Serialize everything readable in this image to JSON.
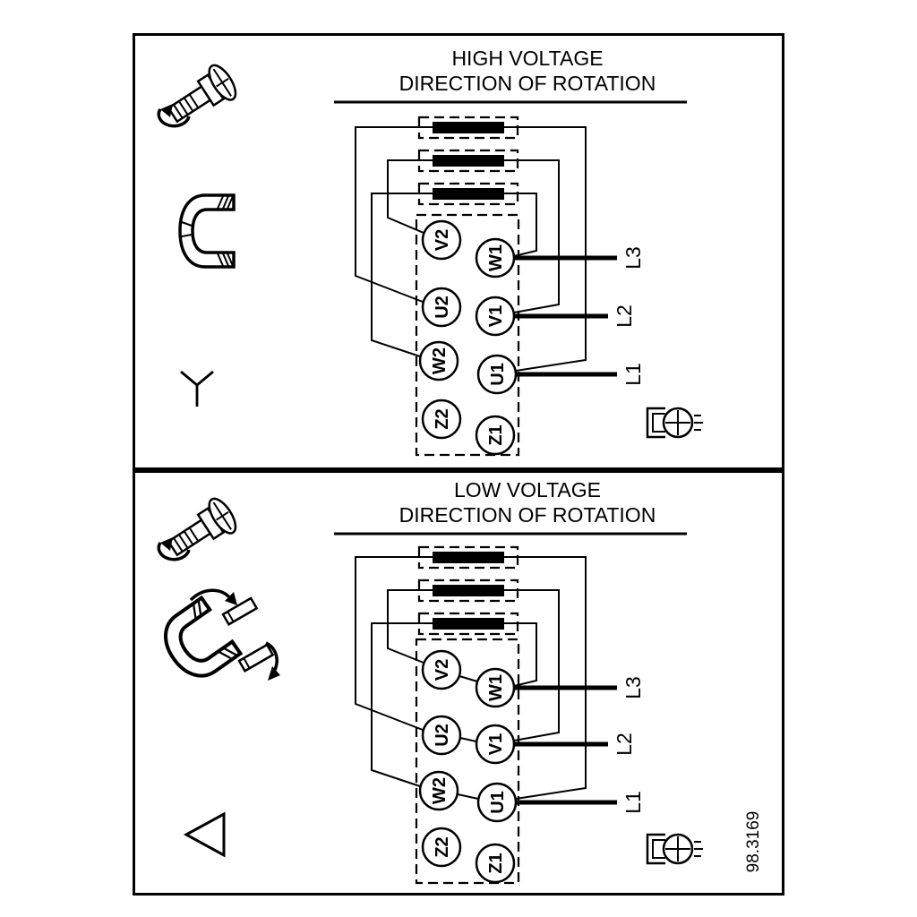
{
  "figure": {
    "drawing_number": "98.3169"
  },
  "panels": [
    {
      "id": "high-voltage",
      "title_line1": "HIGH VOLTAGE",
      "title_line2": "DIRECTION OF ROTATION",
      "connection": "star",
      "terminals_left": [
        "V2",
        "U2",
        "W2",
        "Z2"
      ],
      "terminals_right": [
        "W1",
        "V1",
        "U1",
        "Z1"
      ],
      "supply_lines": [
        "L3",
        "L2",
        "L1"
      ]
    },
    {
      "id": "low-voltage",
      "title_line1": "LOW VOLTAGE",
      "title_line2": "DIRECTION OF ROTATION",
      "connection": "delta",
      "terminals_left": [
        "V2",
        "U2",
        "W2",
        "Z2"
      ],
      "terminals_right": [
        "W1",
        "V1",
        "U1",
        "Z1"
      ],
      "supply_lines": [
        "L3",
        "L2",
        "L1"
      ]
    }
  ]
}
